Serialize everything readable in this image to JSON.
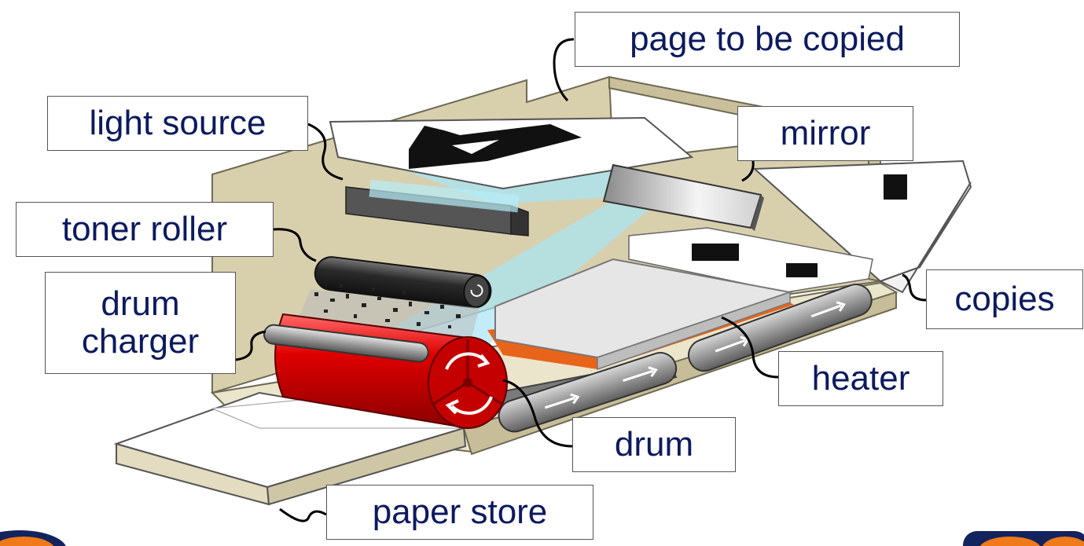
{
  "diagram": {
    "labels": {
      "page_to_be_copied": "page to be copied",
      "light_source": "light source",
      "mirror": "mirror",
      "toner_roller": "toner roller",
      "drum_charger_line1": "drum",
      "drum_charger_line2": "charger",
      "copies": "copies",
      "heater": "heater",
      "drum": "drum",
      "paper_store": "paper store"
    },
    "colors": {
      "label_text": "#0c1a5e",
      "housing": "#d8cfad",
      "housing_light": "#efe9d3",
      "drum_red": "#d40000",
      "light_beam": "#a8e6f5",
      "heater_orange": "#e8641a",
      "belt_grey": "#8c8c8c"
    }
  }
}
